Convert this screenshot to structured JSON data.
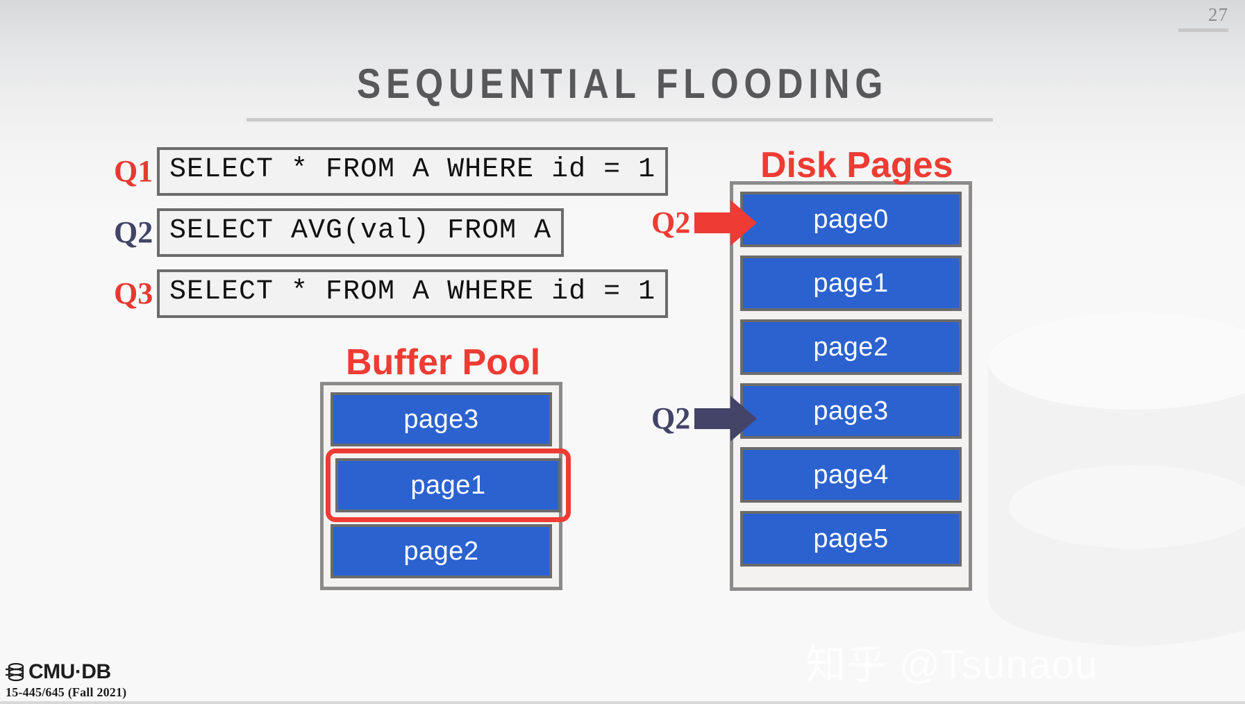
{
  "slide": {
    "page_number": "27",
    "title": "SEQUENTIAL FLOODING"
  },
  "queries": [
    {
      "label": "Q1",
      "label_color": "#e63a31",
      "sql": "SELECT * FROM A WHERE id = 1"
    },
    {
      "label": "Q2",
      "label_color": "#434468",
      "sql": "SELECT AVG(val) FROM A"
    },
    {
      "label": "Q3",
      "label_color": "#e63a31",
      "sql": "SELECT * FROM A WHERE id = 1"
    }
  ],
  "buffer_pool": {
    "heading": "Buffer Pool",
    "heading_color": "#ee3b33",
    "pages": [
      {
        "label": "page3",
        "highlighted": false
      },
      {
        "label": "page1",
        "highlighted": true
      },
      {
        "label": "page2",
        "highlighted": false
      }
    ]
  },
  "disk_pages": {
    "heading": "Disk Pages",
    "heading_color": "#ee3b33",
    "pages": [
      {
        "label": "page0"
      },
      {
        "label": "page1"
      },
      {
        "label": "page2"
      },
      {
        "label": "page3"
      },
      {
        "label": "page4"
      },
      {
        "label": "page5"
      }
    ]
  },
  "arrows": [
    {
      "label": "Q2",
      "color": "#ee3b33",
      "target": "page0"
    },
    {
      "label": "Q2",
      "color": "#434468",
      "target": "page3"
    }
  ],
  "footer": {
    "logo_text": "CMU·DB",
    "course": "15-445/645 (Fall 2021)"
  },
  "watermark": {
    "text": "知乎 @Tsunaou"
  },
  "colors": {
    "page_blue": "#2b62cf",
    "page_border": "#6b6b6b",
    "accent_red": "#ee3b33",
    "navy": "#434468",
    "title_grey": "#58585a"
  }
}
